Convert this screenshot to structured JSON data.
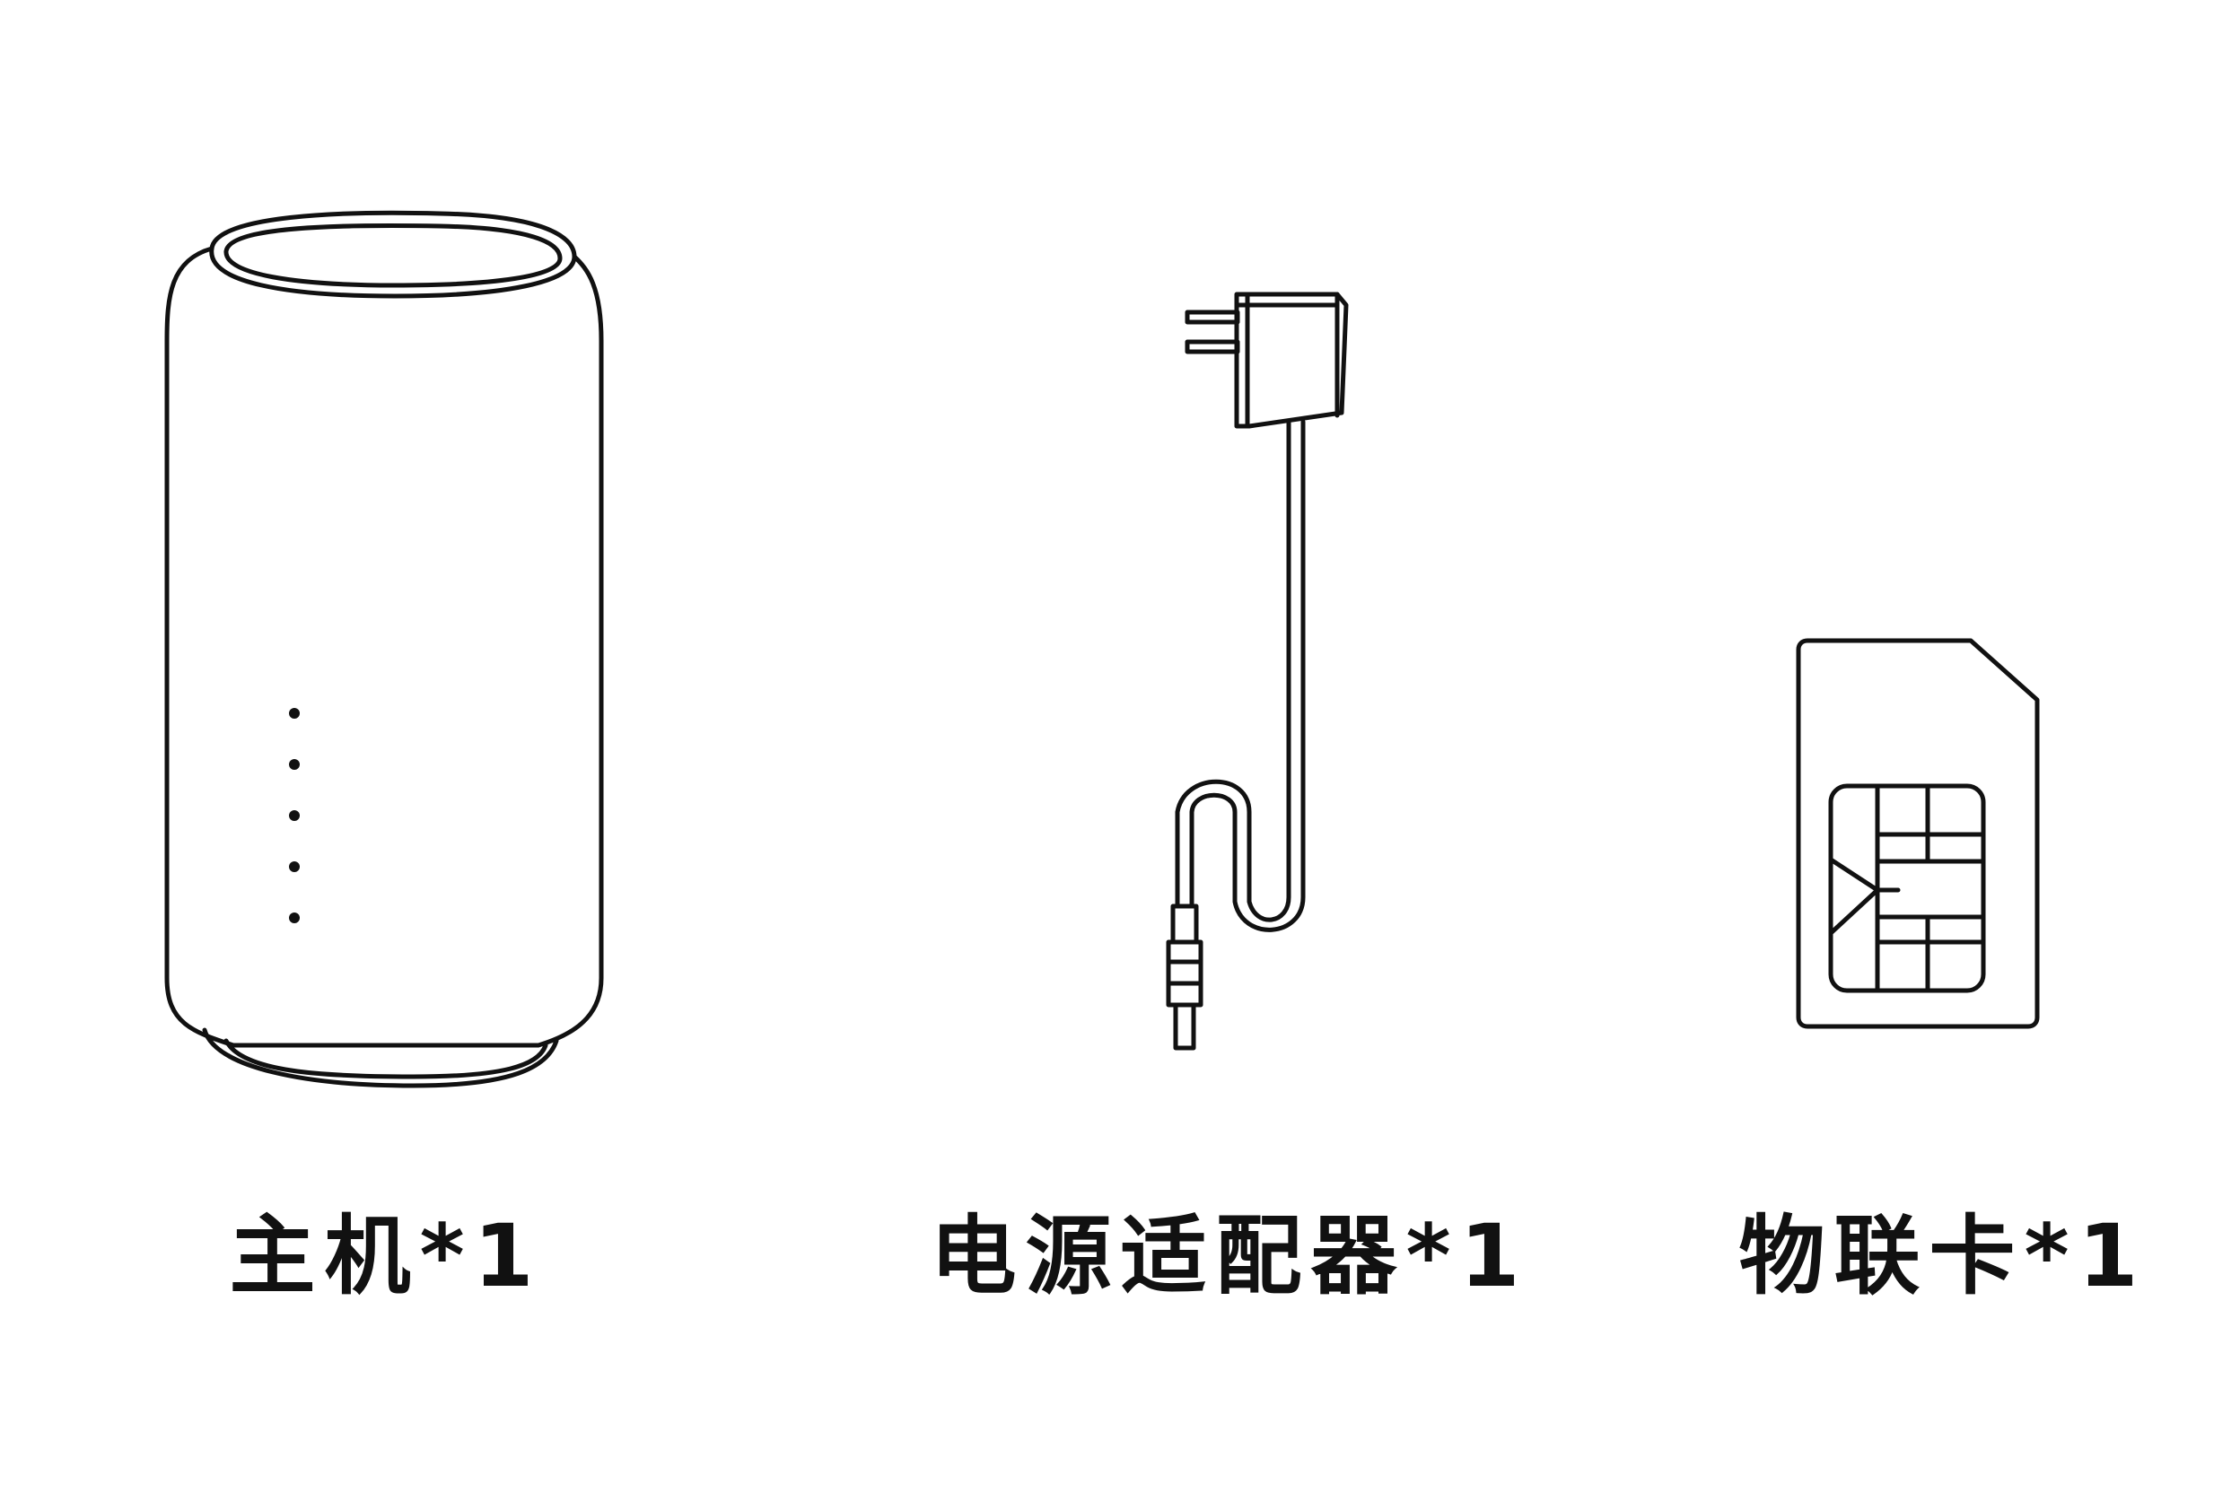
{
  "items": [
    {
      "label": "主机*1",
      "icon": "router-icon"
    },
    {
      "label": "电源适配器*1",
      "icon": "power-adapter-icon"
    },
    {
      "label": "物联卡*1",
      "icon": "sim-card-icon"
    }
  ],
  "colors": {
    "background": "#ffffff",
    "line": "#111111"
  }
}
